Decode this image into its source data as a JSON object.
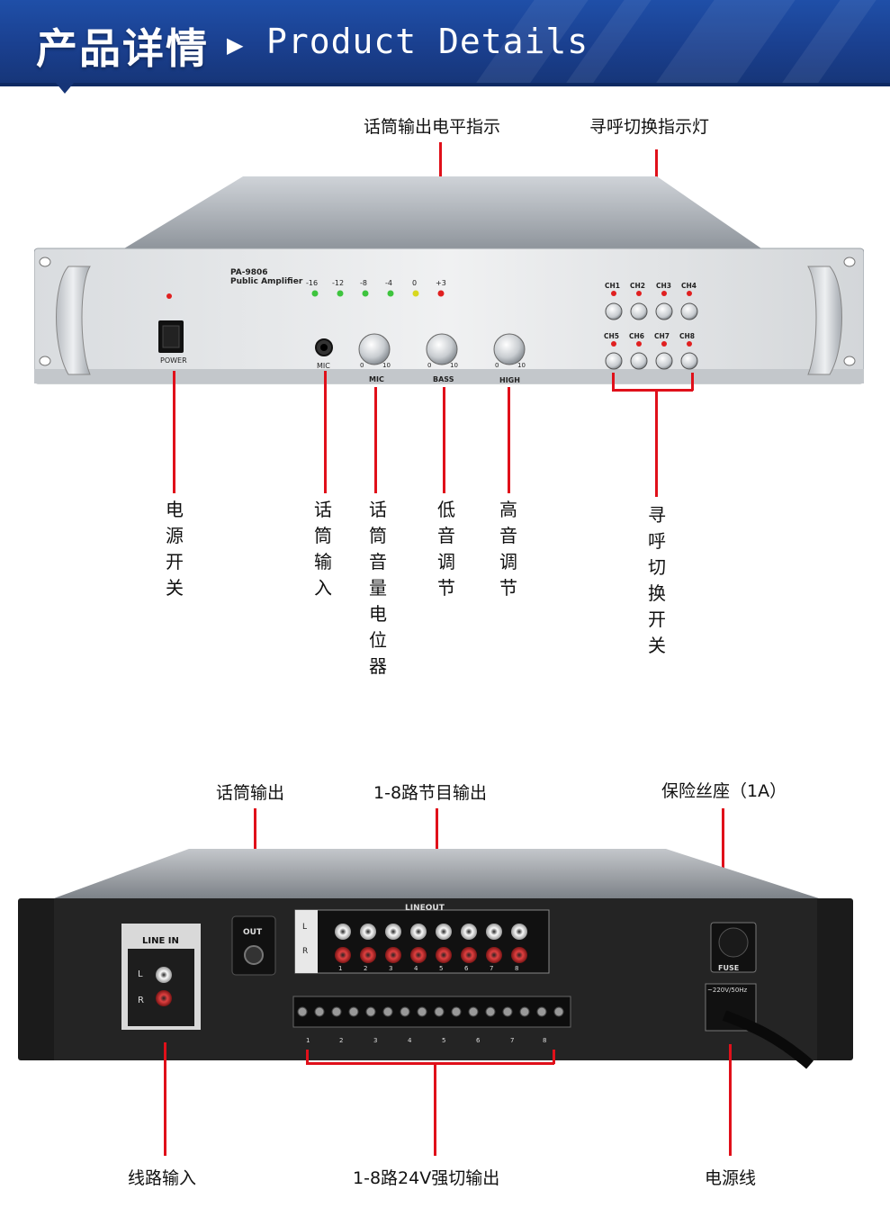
{
  "header": {
    "title_cn": "产品详情",
    "arrow": "▶",
    "title_en": "Product Details"
  },
  "front_panel": {
    "model": "PA-9806",
    "subtitle": "Public Amplifier",
    "level_marks": [
      "-16",
      "-12",
      "-8",
      "-4",
      "0",
      "+3"
    ],
    "power_label": "POWER",
    "mic_jack_label": "MIC",
    "knobs": [
      {
        "label": "MIC",
        "min": "0",
        "max": "10"
      },
      {
        "label": "BASS",
        "min": "0",
        "max": "10"
      },
      {
        "label": "HIGH",
        "min": "0",
        "max": "10"
      }
    ],
    "channels": [
      "CH1",
      "CH2",
      "CH3",
      "CH4",
      "CH5",
      "CH6",
      "CH7",
      "CH8"
    ]
  },
  "front_callouts": {
    "mic_level": "话筒输出电平指示",
    "paging_led": "寻呼切换指示灯",
    "power_switch": [
      "电",
      "源",
      "开",
      "关"
    ],
    "mic_input": [
      "话",
      "筒",
      "输",
      "入"
    ],
    "mic_volume": [
      "话",
      "筒",
      "音",
      "量",
      "电",
      "位",
      "器"
    ],
    "bass": [
      "低",
      "音",
      "调",
      "节"
    ],
    "treble": [
      "高",
      "音",
      "调",
      "节"
    ],
    "paging_switch": [
      "寻",
      "呼",
      "切",
      "换",
      "开",
      "关"
    ]
  },
  "rear_panel": {
    "line_in": "LINE IN",
    "l": "L",
    "r": "R",
    "out": "OUT",
    "lineout": "LINEOUT",
    "rca_numbers": [
      "1",
      "2",
      "3",
      "4",
      "5",
      "6",
      "7",
      "8"
    ],
    "fuse": "FUSE",
    "voltage": "~220V/50Hz",
    "terminal_numbers": [
      "1",
      "2",
      "3",
      "4",
      "5",
      "6",
      "7",
      "8"
    ]
  },
  "rear_callouts": {
    "mic_out": "话筒输出",
    "program_out": "1-8路节目输出",
    "fuse_holder": "保险丝座（1A）",
    "line_in": "线路输入",
    "switch_out": "1-8路24V强切输出",
    "power_cord": "电源线"
  },
  "colors": {
    "banner": "#1a3f8e",
    "callout_line": "#e0101a",
    "led_green": "#3ec43e",
    "led_red": "#e02020",
    "led_yellow": "#d8d820"
  }
}
